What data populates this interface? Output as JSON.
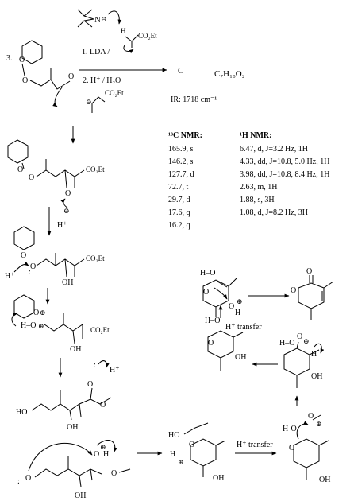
{
  "problem_number": "3.",
  "reagents": {
    "step1": "1. LDA /",
    "step2": "2. H⁺ / H₂O",
    "base_label": "N",
    "ester_label": "CO₂Et",
    "h_label": "H"
  },
  "product": {
    "label": "C",
    "formula": "C₇H₁₀O₂",
    "ir": "IR: 1718 cm⁻¹"
  },
  "c13_nmr": {
    "title": "¹³C NMR:",
    "peaks": [
      "165.9, s",
      "146.2, s",
      "127.7, d",
      "72.7, t",
      "29.7, d",
      "17.6, q",
      "16.2, q"
    ]
  },
  "h1_nmr": {
    "title": "¹H NMR:",
    "peaks": [
      "6.47, d, J=3.2 Hz, 1H",
      "4.33, dd, J=10.8, 5.0 Hz, 1H",
      "3.98, dd, J=10.8, 8.4 Hz, 1H",
      "2.63, m, 1H",
      "1.88, s, 3H",
      "1.08, d, J=8.2 Hz, 3H"
    ]
  },
  "atoms": {
    "O": "O",
    "H": "H",
    "OH": "OH",
    "HO": "HO",
    "CO2Et": "CO₂Et",
    "Hplus": "H⁺",
    "plus": "⊕",
    "minus": "⊖",
    "dots": ":",
    "hdots": "H-O",
    "h_o": "H–O"
  },
  "transfers": {
    "t1": "H⁺ transfer",
    "t2": "H⁺ transfer"
  }
}
